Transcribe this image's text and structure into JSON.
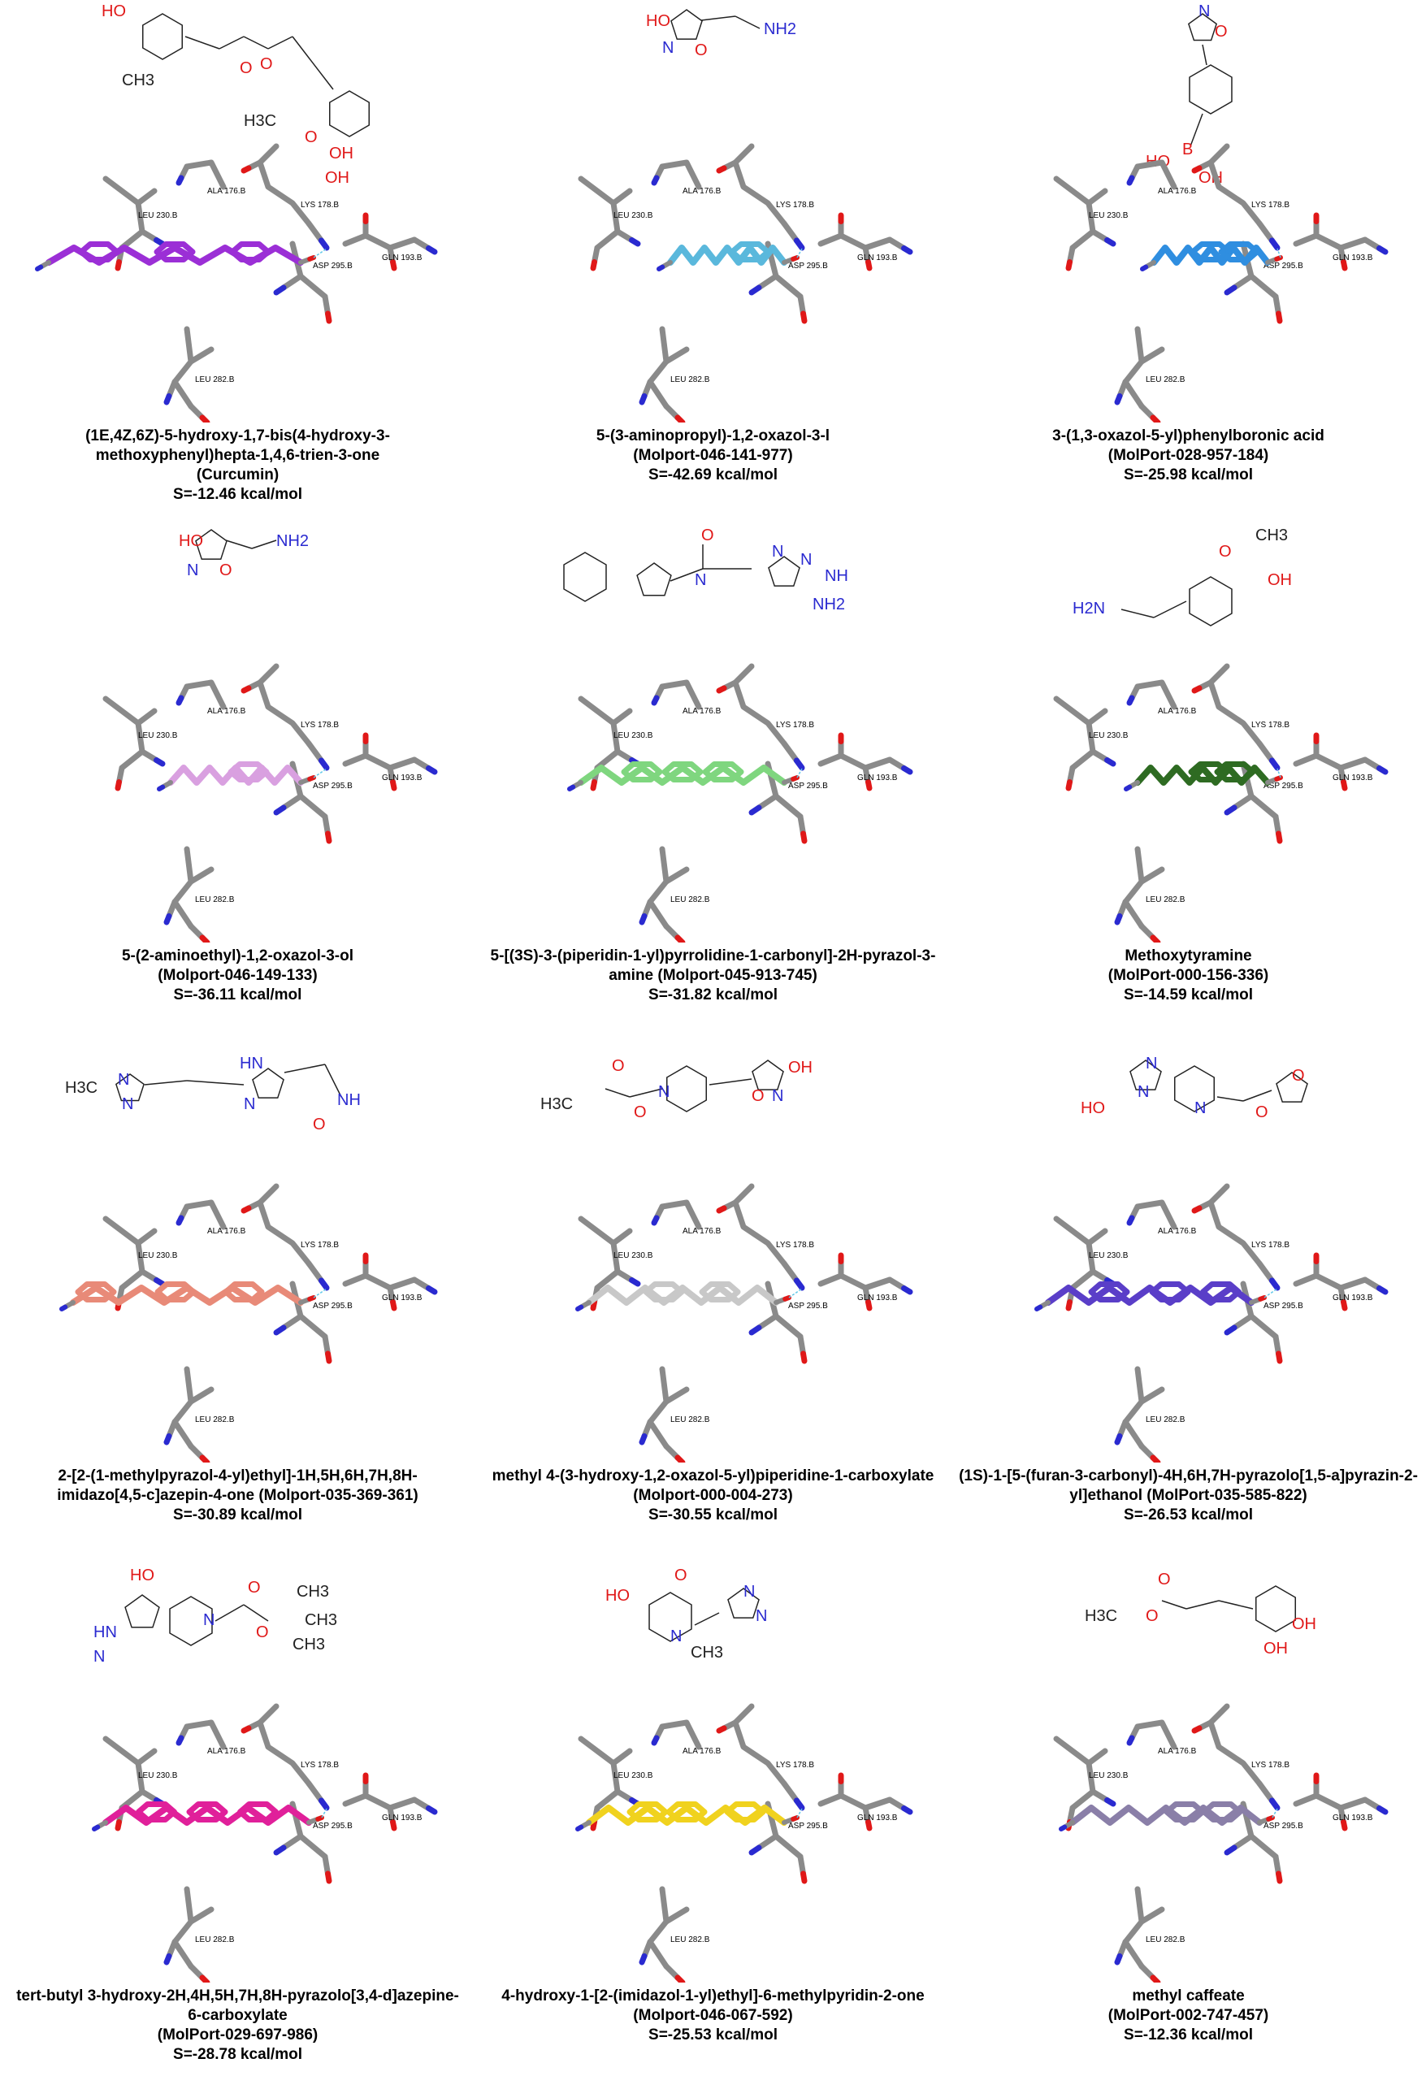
{
  "residue_labels": {
    "lys": "LYS 178.B",
    "ala": "ALA 176.B",
    "leu230": "LEU 230.B",
    "gln": "GLN 193.B",
    "asp": "ASP 295.B",
    "leu282": "LEU 282.B"
  },
  "colors": {
    "residue": "#8a8a8a",
    "oxygen": "#e01818",
    "nitrogen": "#2a2ad0",
    "hbond": "#5fc8e8"
  },
  "panels": [
    {
      "name": "curcumin",
      "ligand_color": "#9b2fd6",
      "caption_lines": [
        "(1E,4Z,6Z)-5-hydroxy-1,7-bis(4-hydroxy-3-",
        "methoxyphenyl)hepta-1,4,6-trien-3-one",
        "(Curcumin)",
        "S=-12.46 kcal/mol"
      ]
    },
    {
      "name": "aminopropyl-oxazolol",
      "ligand_color": "#5ab8dc",
      "caption_lines": [
        "5-(3-aminopropyl)-1,2-oxazol-3-l",
        "(Molport-046-141-977)",
        "S=-42.69 kcal/mol"
      ]
    },
    {
      "name": "oxazolyl-phenylboronic-acid",
      "ligand_color": "#2f8ee0",
      "caption_lines": [
        "3-(1,3-oxazol-5-yl)phenylboronic acid",
        "(MolPort-028-957-184)",
        "S=-25.98 kcal/mol"
      ]
    },
    {
      "name": "aminoethyl-oxazolol",
      "ligand_color": "#d9a0e0",
      "caption_lines": [
        "5-(2-aminoethyl)-1,2-oxazol-3-ol",
        "(Molport-046-149-133)",
        "S=-36.11 kcal/mol"
      ]
    },
    {
      "name": "piperidinyl-pyrrolidine-pyrazolamine",
      "ligand_color": "#7fd67f",
      "caption_lines": [
        "5-[(3S)-3-(piperidin-1-yl)pyrrolidine-1-carbonyl]-2H-pyrazol-3-",
        "amine (Molport-045-913-745)",
        "S=-31.82 kcal/mol"
      ]
    },
    {
      "name": "methoxytyramine",
      "ligand_color": "#2e6b22",
      "caption_lines": [
        "Methoxytyramine",
        "(MolPort-000-156-336)",
        "S=-14.59 kcal/mol"
      ]
    },
    {
      "name": "methylpyrazolyl-imidazoazepinone",
      "ligand_color": "#e88a78",
      "caption_lines": [
        "2-[2-(1-methylpyrazol-4-yl)ethyl]-1H,5H,6H,7H,8H-",
        "imidazo[4,5-c]azepin-4-one (Molport-035-369-361)",
        "S=-30.89 kcal/mol"
      ]
    },
    {
      "name": "methyl-oxazolyl-piperidine-carboxylate",
      "ligand_color": "#c8c8c8",
      "caption_lines": [
        "methyl 4-(3-hydroxy-1,2-oxazol-5-yl)piperidine-1-carboxylate",
        "(Molport-000-004-273)",
        "S=-30.55 kcal/mol"
      ]
    },
    {
      "name": "furan-carbonyl-pyrazolopyrazinyl-ethanol",
      "ligand_color": "#5a3ec8",
      "caption_lines": [
        "(1S)-1-[5-(furan-3-carbonyl)-4H,6H,7H-pyrazolo[1,5-a]pyrazin-2-",
        "yl]ethanol (MolPort-035-585-822)",
        "S=-26.53 kcal/mol"
      ]
    },
    {
      "name": "tert-butyl-pyrazoloazepine-carboxylate",
      "ligand_color": "#e0209a",
      "caption_lines": [
        "tert-butyl 3-hydroxy-2H,4H,5H,7H,8H-pyrazolo[3,4-d]azepine-",
        "6-carboxylate",
        "(MolPort-029-697-986)",
        "S=-28.78 kcal/mol"
      ]
    },
    {
      "name": "hydroxy-imidazolylethyl-methylpyridinone",
      "ligand_color": "#f0d21e",
      "caption_lines": [
        "4-hydroxy-1-[2-(imidazol-1-yl)ethyl]-6-methylpyridin-2-one",
        "(Molport-046-067-592)",
        "S=-25.53 kcal/mol"
      ]
    },
    {
      "name": "methyl-caffeate",
      "ligand_color": "#8a7fa8",
      "caption_lines": [
        "methyl caffeate",
        "(MolPort-002-747-457)",
        "S=-12.36 kcal/mol"
      ]
    }
  ],
  "structure_atoms": {
    "p0": [
      "HO",
      "O",
      "CH3",
      "O",
      "OH",
      "H3C",
      "O",
      "OH"
    ],
    "p1": [
      "HO",
      "N",
      "O",
      "NH2"
    ],
    "p2": [
      "N",
      "O",
      "HO",
      "B",
      "OH"
    ],
    "p3": [
      "HO",
      "N",
      "O",
      "NH2"
    ],
    "p4": [
      "O",
      "N",
      "N",
      "N",
      "NH",
      "NH2"
    ],
    "p5": [
      "O",
      "CH3",
      "OH",
      "H2N"
    ],
    "p6": [
      "H3C",
      "N",
      "N",
      "HN",
      "N",
      "NH",
      "O"
    ],
    "p7": [
      "O",
      "OH",
      "H3C",
      "O",
      "N",
      "O",
      "N"
    ],
    "p8": [
      "N",
      "N",
      "HO",
      "N",
      "O",
      "O"
    ],
    "p9": [
      "HO",
      "HN",
      "N",
      "N",
      "O",
      "O",
      "CH3",
      "CH3",
      "CH3"
    ],
    "p10": [
      "HO",
      "O",
      "N",
      "N",
      "N",
      "CH3"
    ],
    "p11": [
      "O",
      "H3C",
      "O",
      "OH",
      "OH"
    ]
  }
}
